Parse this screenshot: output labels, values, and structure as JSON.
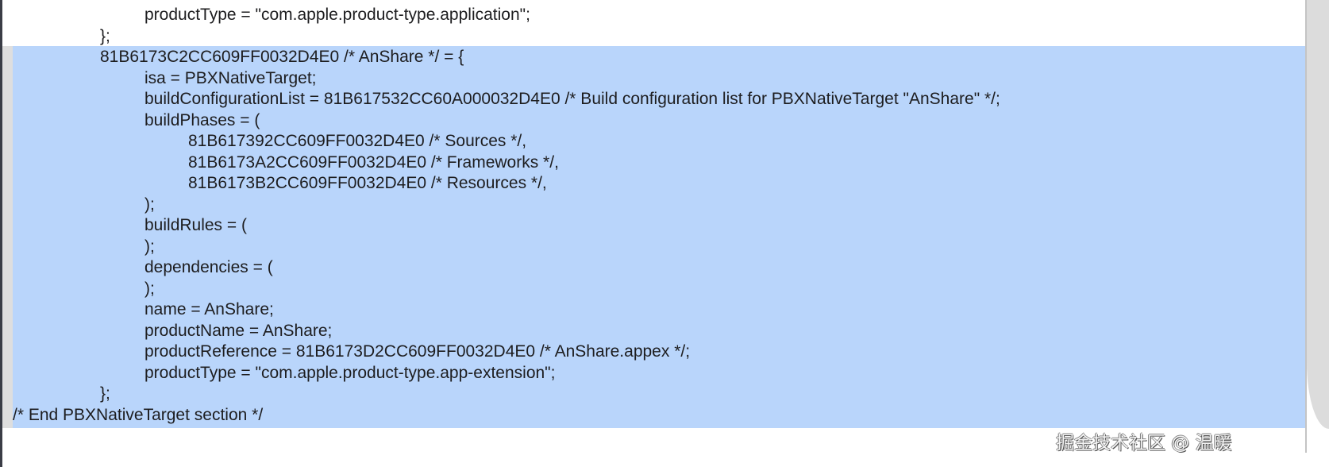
{
  "editor": {
    "lines": [
      {
        "indent": 3,
        "text": "productType = \"com.apple.product-type.application\";"
      },
      {
        "indent": 2,
        "text": "};"
      },
      {
        "indent": 2,
        "text": "81B6173C2CC609FF0032D4E0 /* AnShare */ = {"
      },
      {
        "indent": 3,
        "text": "isa = PBXNativeTarget;"
      },
      {
        "indent": 3,
        "text": "buildConfigurationList = 81B617532CC60A000032D4E0 /* Build configuration list for PBXNativeTarget \"AnShare\" */;"
      },
      {
        "indent": 3,
        "text": "buildPhases = ("
      },
      {
        "indent": 4,
        "text": "81B617392CC609FF0032D4E0 /* Sources */,"
      },
      {
        "indent": 4,
        "text": "81B6173A2CC609FF0032D4E0 /* Frameworks */,"
      },
      {
        "indent": 4,
        "text": "81B6173B2CC609FF0032D4E0 /* Resources */,"
      },
      {
        "indent": 3,
        "text": ");"
      },
      {
        "indent": 3,
        "text": "buildRules = ("
      },
      {
        "indent": 3,
        "text": ");"
      },
      {
        "indent": 3,
        "text": "dependencies = ("
      },
      {
        "indent": 3,
        "text": ");"
      },
      {
        "indent": 3,
        "text": "name = AnShare;"
      },
      {
        "indent": 3,
        "text": "productName = AnShare;"
      },
      {
        "indent": 3,
        "text": "productReference = 81B6173D2CC609FF0032D4E0 /* AnShare.appex */;"
      },
      {
        "indent": 3,
        "text": "productType = \"com.apple.product-type.app-extension\";"
      },
      {
        "indent": 2,
        "text": "};"
      },
      {
        "indent": 0,
        "text": "/* End PBXNativeTarget section */"
      }
    ],
    "selection_color": "#b9d5fb"
  },
  "watermark": "掘金技术社区 @ 温暖"
}
